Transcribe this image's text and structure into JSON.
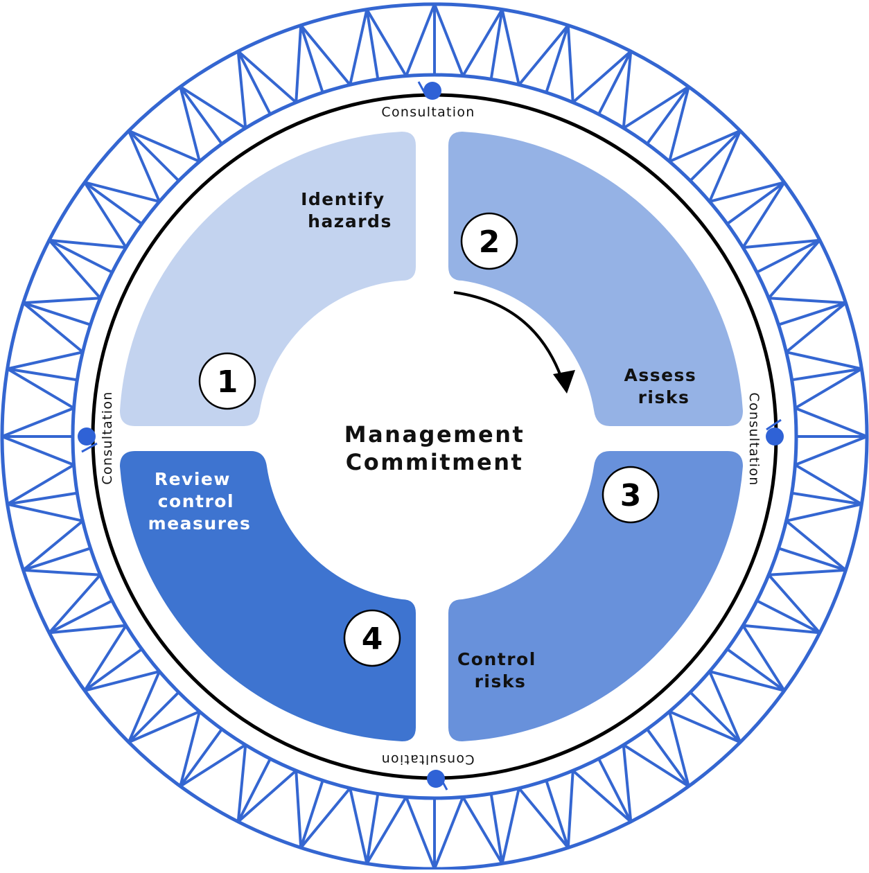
{
  "center": {
    "line1": "Management",
    "line2": "Commitment"
  },
  "steps": [
    {
      "number": "1",
      "label_lines": [
        "Identify",
        "hazards"
      ],
      "color": "#c3d3ef",
      "text_color": "#111111"
    },
    {
      "number": "2",
      "label_lines": [
        "Assess",
        "risks"
      ],
      "color": "#95b2e5",
      "text_color": "#111111"
    },
    {
      "number": "3",
      "label_lines": [
        "Control",
        "risks"
      ],
      "color": "#6891db",
      "text_color": "#111111"
    },
    {
      "number": "4",
      "label_lines": [
        "Review",
        "control",
        "measures"
      ],
      "color": "#3e74d0",
      "text_color": "#ffffff"
    }
  ],
  "consultation": {
    "top": "Consultation",
    "right": "Consultation",
    "bottom": "Consultation",
    "left": "Consultation"
  },
  "colors": {
    "frame_blue": "#3466d1",
    "ring_black": "#000000",
    "node_blue": "#2f62d6"
  }
}
